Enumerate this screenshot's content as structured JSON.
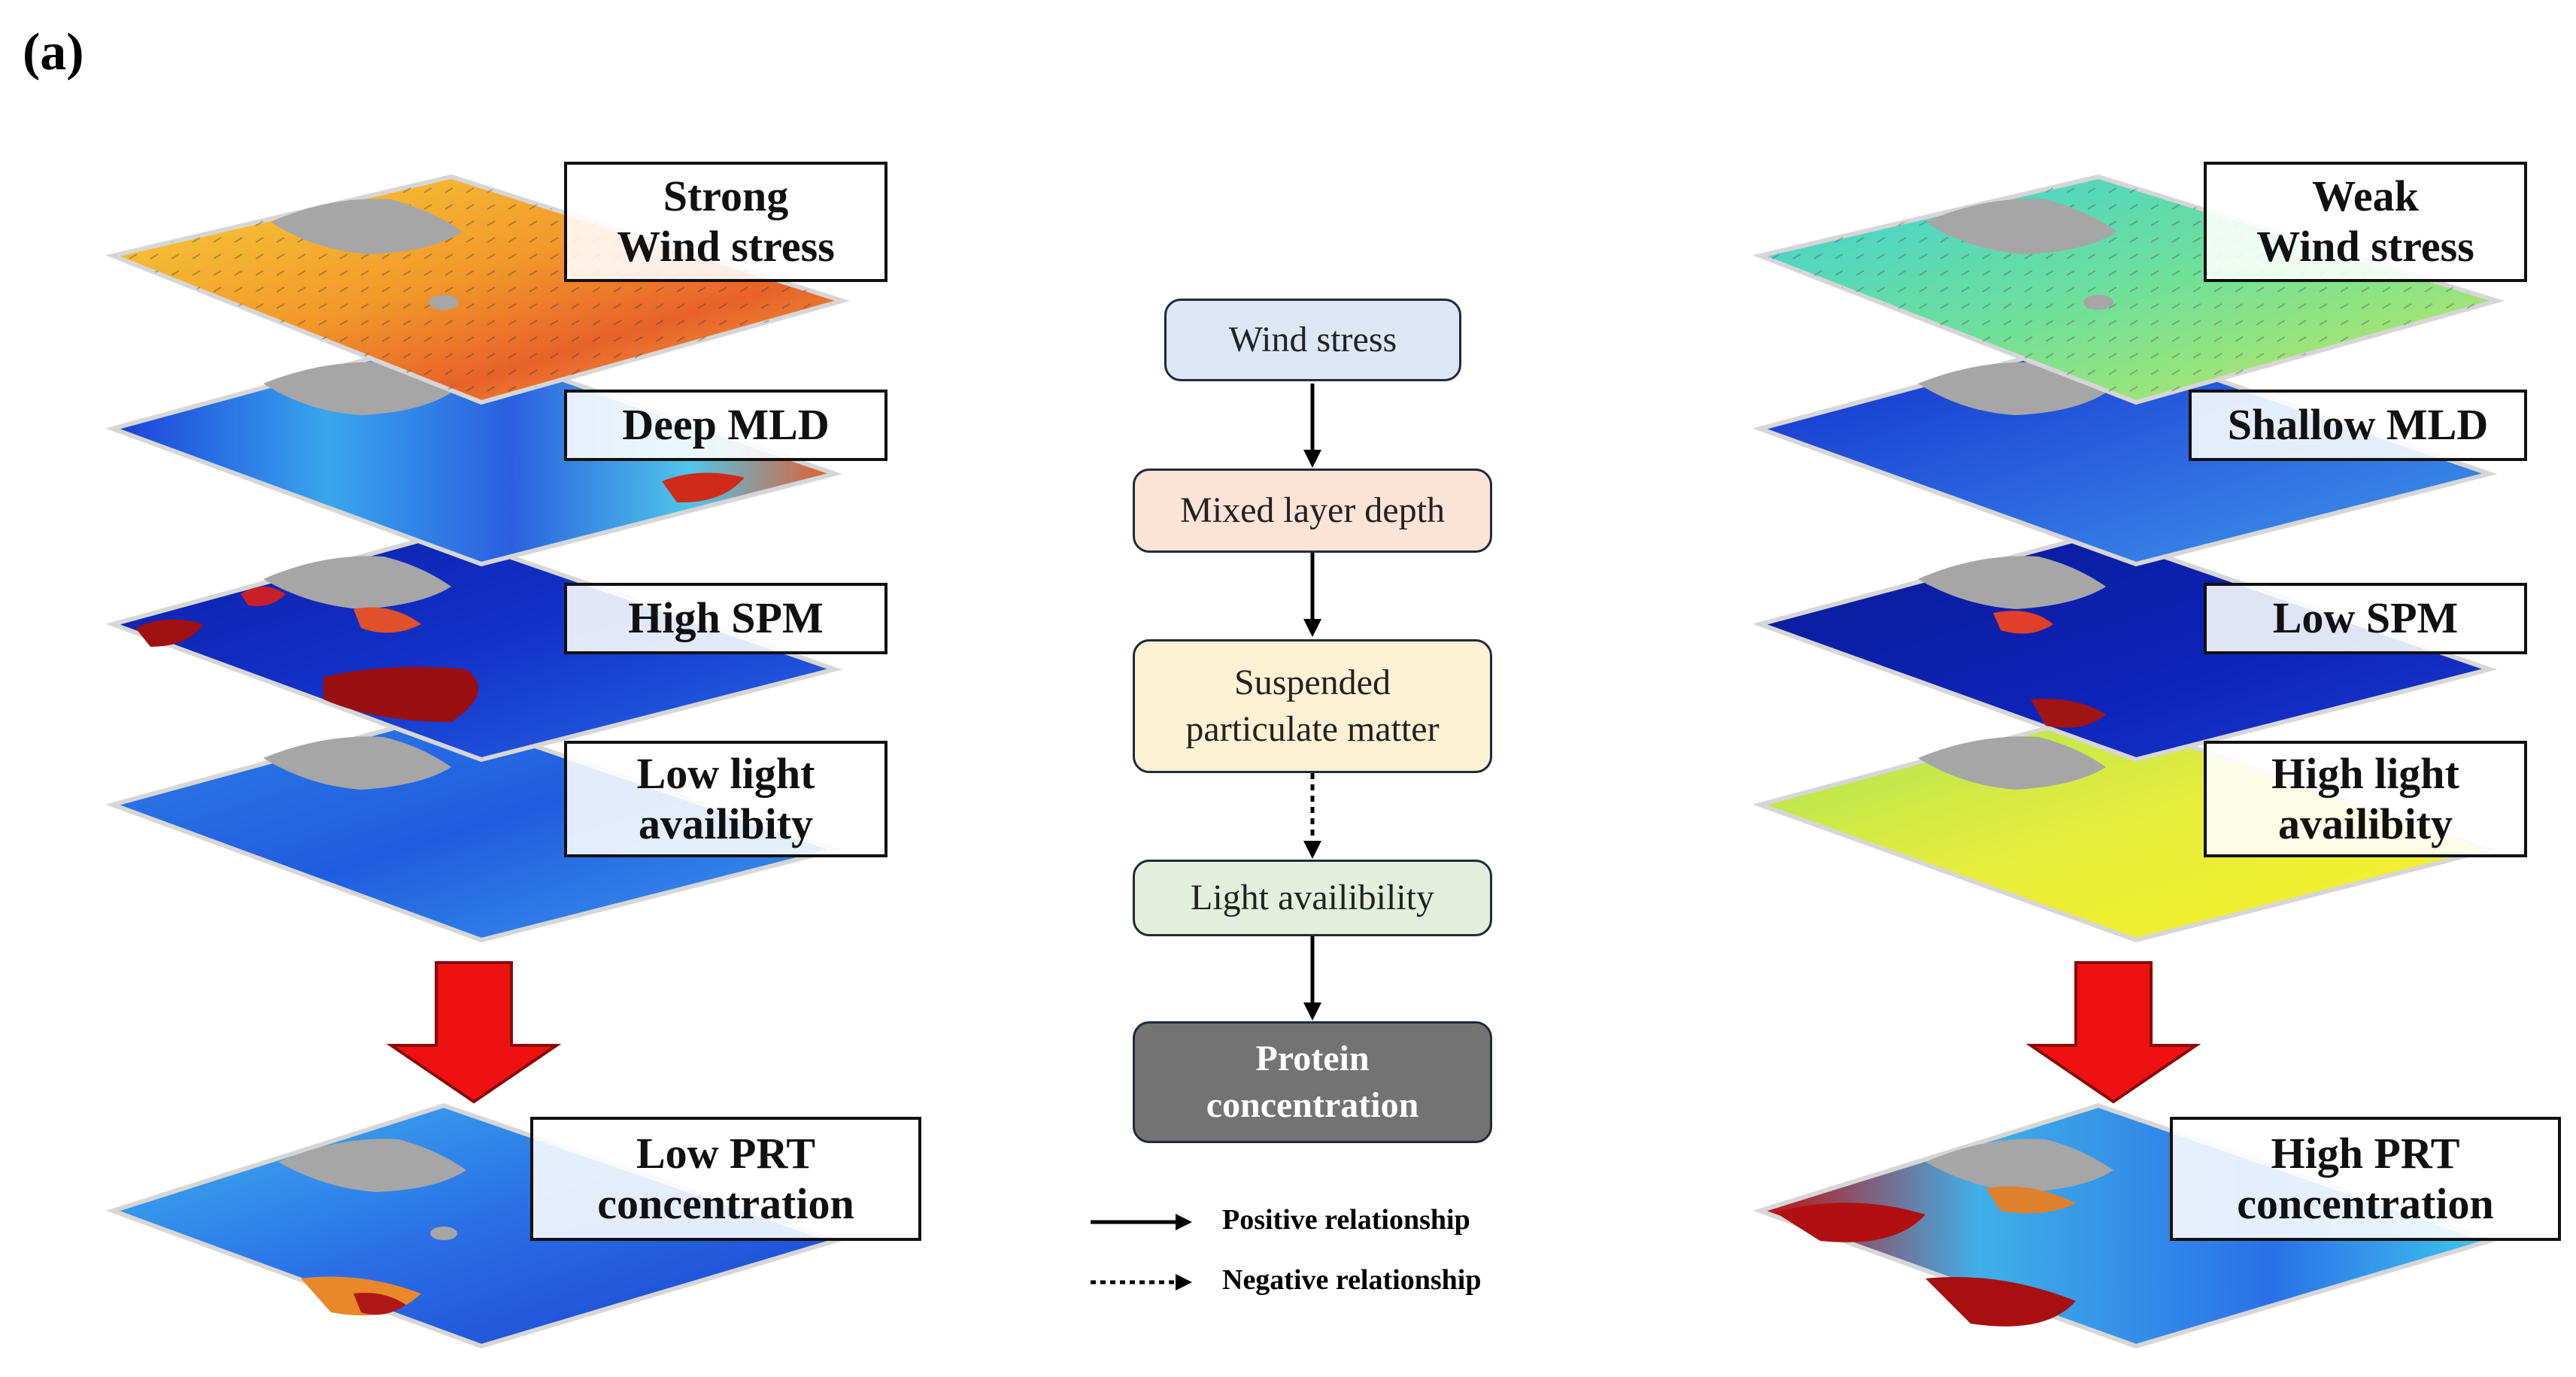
{
  "panel_label": "(a)",
  "left": {
    "wind_label": [
      "Strong",
      "Wind stress"
    ],
    "mld_label": "Deep MLD",
    "spm_label": "High SPM",
    "light_label": [
      "Low light",
      "availibity"
    ],
    "prt_label": [
      "Low PRT",
      "concentration"
    ]
  },
  "right": {
    "wind_label": [
      "Weak",
      "Wind stress"
    ],
    "mld_label": "Shallow MLD",
    "spm_label": "Low SPM",
    "light_label": [
      "High light",
      "availibity"
    ],
    "prt_label": [
      "High PRT",
      "concentration"
    ]
  },
  "flow": {
    "wind": "Wind stress",
    "mld": "Mixed layer depth",
    "spm": [
      "Suspended",
      "particulate matter"
    ],
    "light": "Light availibility",
    "protein": [
      "Protein",
      "concentration"
    ]
  },
  "legend": {
    "positive": "Positive relationship",
    "negative": "Negative relationship"
  },
  "colors": {
    "wind_fill": "#dce6f4",
    "mld_fill": "#fbe3d6",
    "spm_fill": "#fdf1d3",
    "light_fill": "#e3efdc",
    "protein_fill": "#737373",
    "big_arrow": "#ee1111"
  }
}
